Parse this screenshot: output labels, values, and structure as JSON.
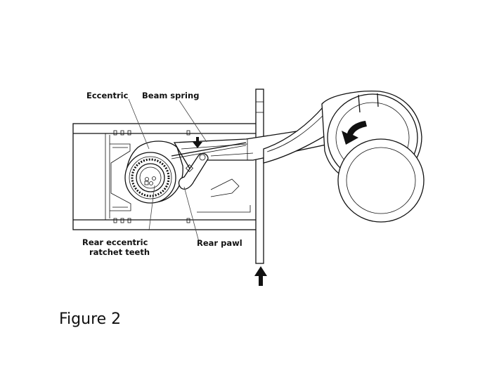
{
  "labels": {
    "eccentric": "Eccentric",
    "beam_spring": "Beam spring",
    "rear_eccentric_line1": "Rear eccentric",
    "rear_eccentric_line2": "ratchet teeth",
    "rear_pawl": "Rear pawl"
  },
  "caption": "Figure 2",
  "colors": {
    "ink": "#111111",
    "background": "#ffffff"
  },
  "icons": [
    "rotation-arrow-icon",
    "down-arrow-icon",
    "up-arrow-icon"
  ]
}
